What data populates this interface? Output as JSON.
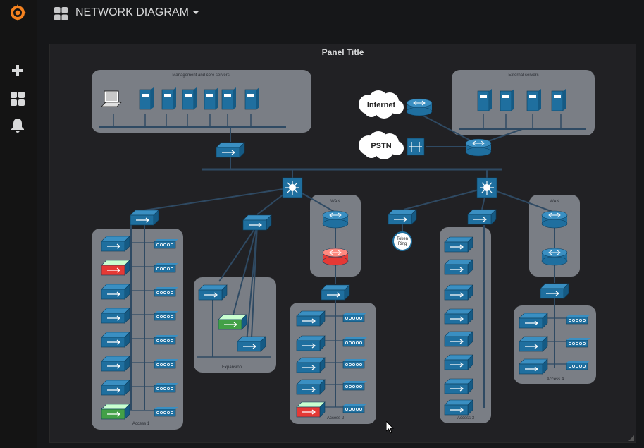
{
  "app": {
    "dashboard_title": "NETWORK DIAGRAM"
  },
  "sidemenu": {
    "items": [
      {
        "icon": "grafana-logo-icon"
      },
      {
        "icon": "plus-icon"
      },
      {
        "icon": "dashboards-grid-icon"
      },
      {
        "icon": "bell-icon"
      }
    ]
  },
  "topbar": {
    "dashboard_icon": "dashboards-grid-icon"
  },
  "panel": {
    "title": "Panel Title",
    "diagram": {
      "groups": {
        "mgmt": "Management and core servers",
        "external": "External servers",
        "wan_left": "WAN",
        "wan_right": "WAN",
        "access1": "Access 1",
        "expansion": "Expansion",
        "access2": "Access 2",
        "access3": "Access 3",
        "access4": "Access 4"
      },
      "clouds": {
        "internet": "Internet",
        "pstn": "PSTN"
      },
      "token_ring": [
        "Token",
        "Ring"
      ],
      "colors": {
        "switch": "#1f6f9f",
        "switch_top": "#3a8fc2",
        "alert": "#e53935",
        "ok": "#43a047",
        "group_bg": "#7a7e85",
        "line": "#2f4a63"
      }
    }
  }
}
